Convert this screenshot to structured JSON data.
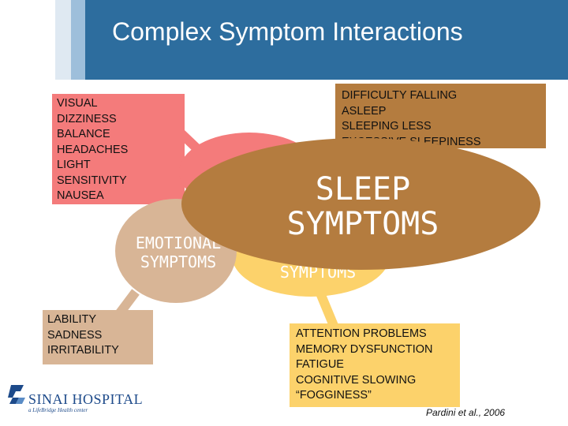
{
  "slide": {
    "title": "Complex Symptom Interactions",
    "citation": "Pardini et al., 2006"
  },
  "boxes": {
    "physical": {
      "lines": [
        "VISUAL",
        "DIZZINESS",
        "BALANCE",
        "HEADACHES",
        "LIGHT",
        "SENSITIVITY",
        "NAUSEA"
      ],
      "color": "#f47b7b"
    },
    "emotional": {
      "lines": [
        "LABILITY",
        "SADNESS",
        "IRRITABILITY"
      ],
      "color": "#d8b596"
    },
    "sleep": {
      "lines": [
        "DIFFICULTY FALLING",
        "ASLEEP",
        "SLEEPING LESS",
        "EXCESSIVE SLEEPINESS"
      ],
      "color": "#b47c3f"
    },
    "cognitive": {
      "lines": [
        "ATTENTION PROBLEMS",
        "MEMORY DYSFUNCTION",
        "FATIGUE",
        "COGNITIVE SLOWING",
        "“FOGGINESS”"
      ],
      "color": "#fcd26b"
    }
  },
  "ellipses": {
    "emotional": {
      "lines": [
        "EMOTIONAL",
        "SYMPTOMS"
      ],
      "color": "#d8b596"
    },
    "cognitive": {
      "lines": [
        "SYMPTOMS"
      ],
      "color": "#fcd26b"
    },
    "sleep": {
      "lines": [
        "SLEEP",
        "SYMPTOMS"
      ],
      "color": "#b47c3f"
    },
    "physical": {
      "color": "#f47b7b"
    }
  },
  "logo": {
    "name": "SINAI HOSPITAL",
    "tagline": "a LifeBridge Health center",
    "color": "#1d4a8a"
  },
  "header_color": "#2d6d9e"
}
